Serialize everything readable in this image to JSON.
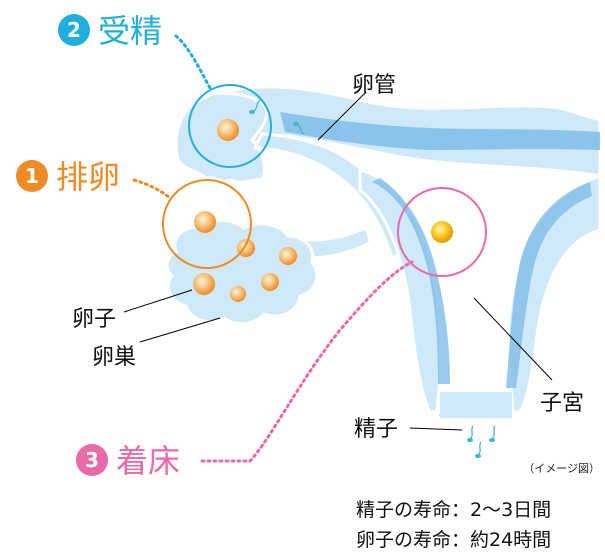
{
  "steps": [
    {
      "num": "2",
      "label": "受精",
      "color": "#21aedc"
    },
    {
      "num": "1",
      "label": "排卵",
      "color": "#f08a24"
    },
    {
      "num": "3",
      "label": "着床",
      "color": "#e96aa6"
    }
  ],
  "labels": {
    "oviduct": "卵管",
    "egg": "卵子",
    "ovary": "卵巣",
    "uterus": "子宮",
    "sperm": "精子"
  },
  "caption": "（イメージ図）",
  "lifespan": {
    "sperm": "精子の寿命：2〜3日間",
    "egg": "卵子の寿命：約24時間"
  },
  "colors": {
    "organ_fill": "#cfe9f8",
    "organ_outline": "#ffffff",
    "organ_dark": "#7fbde7",
    "egg_orange": "#f6a94a",
    "egg_yellow": "#f7c21a",
    "sperm_teal": "#45b8c8"
  }
}
